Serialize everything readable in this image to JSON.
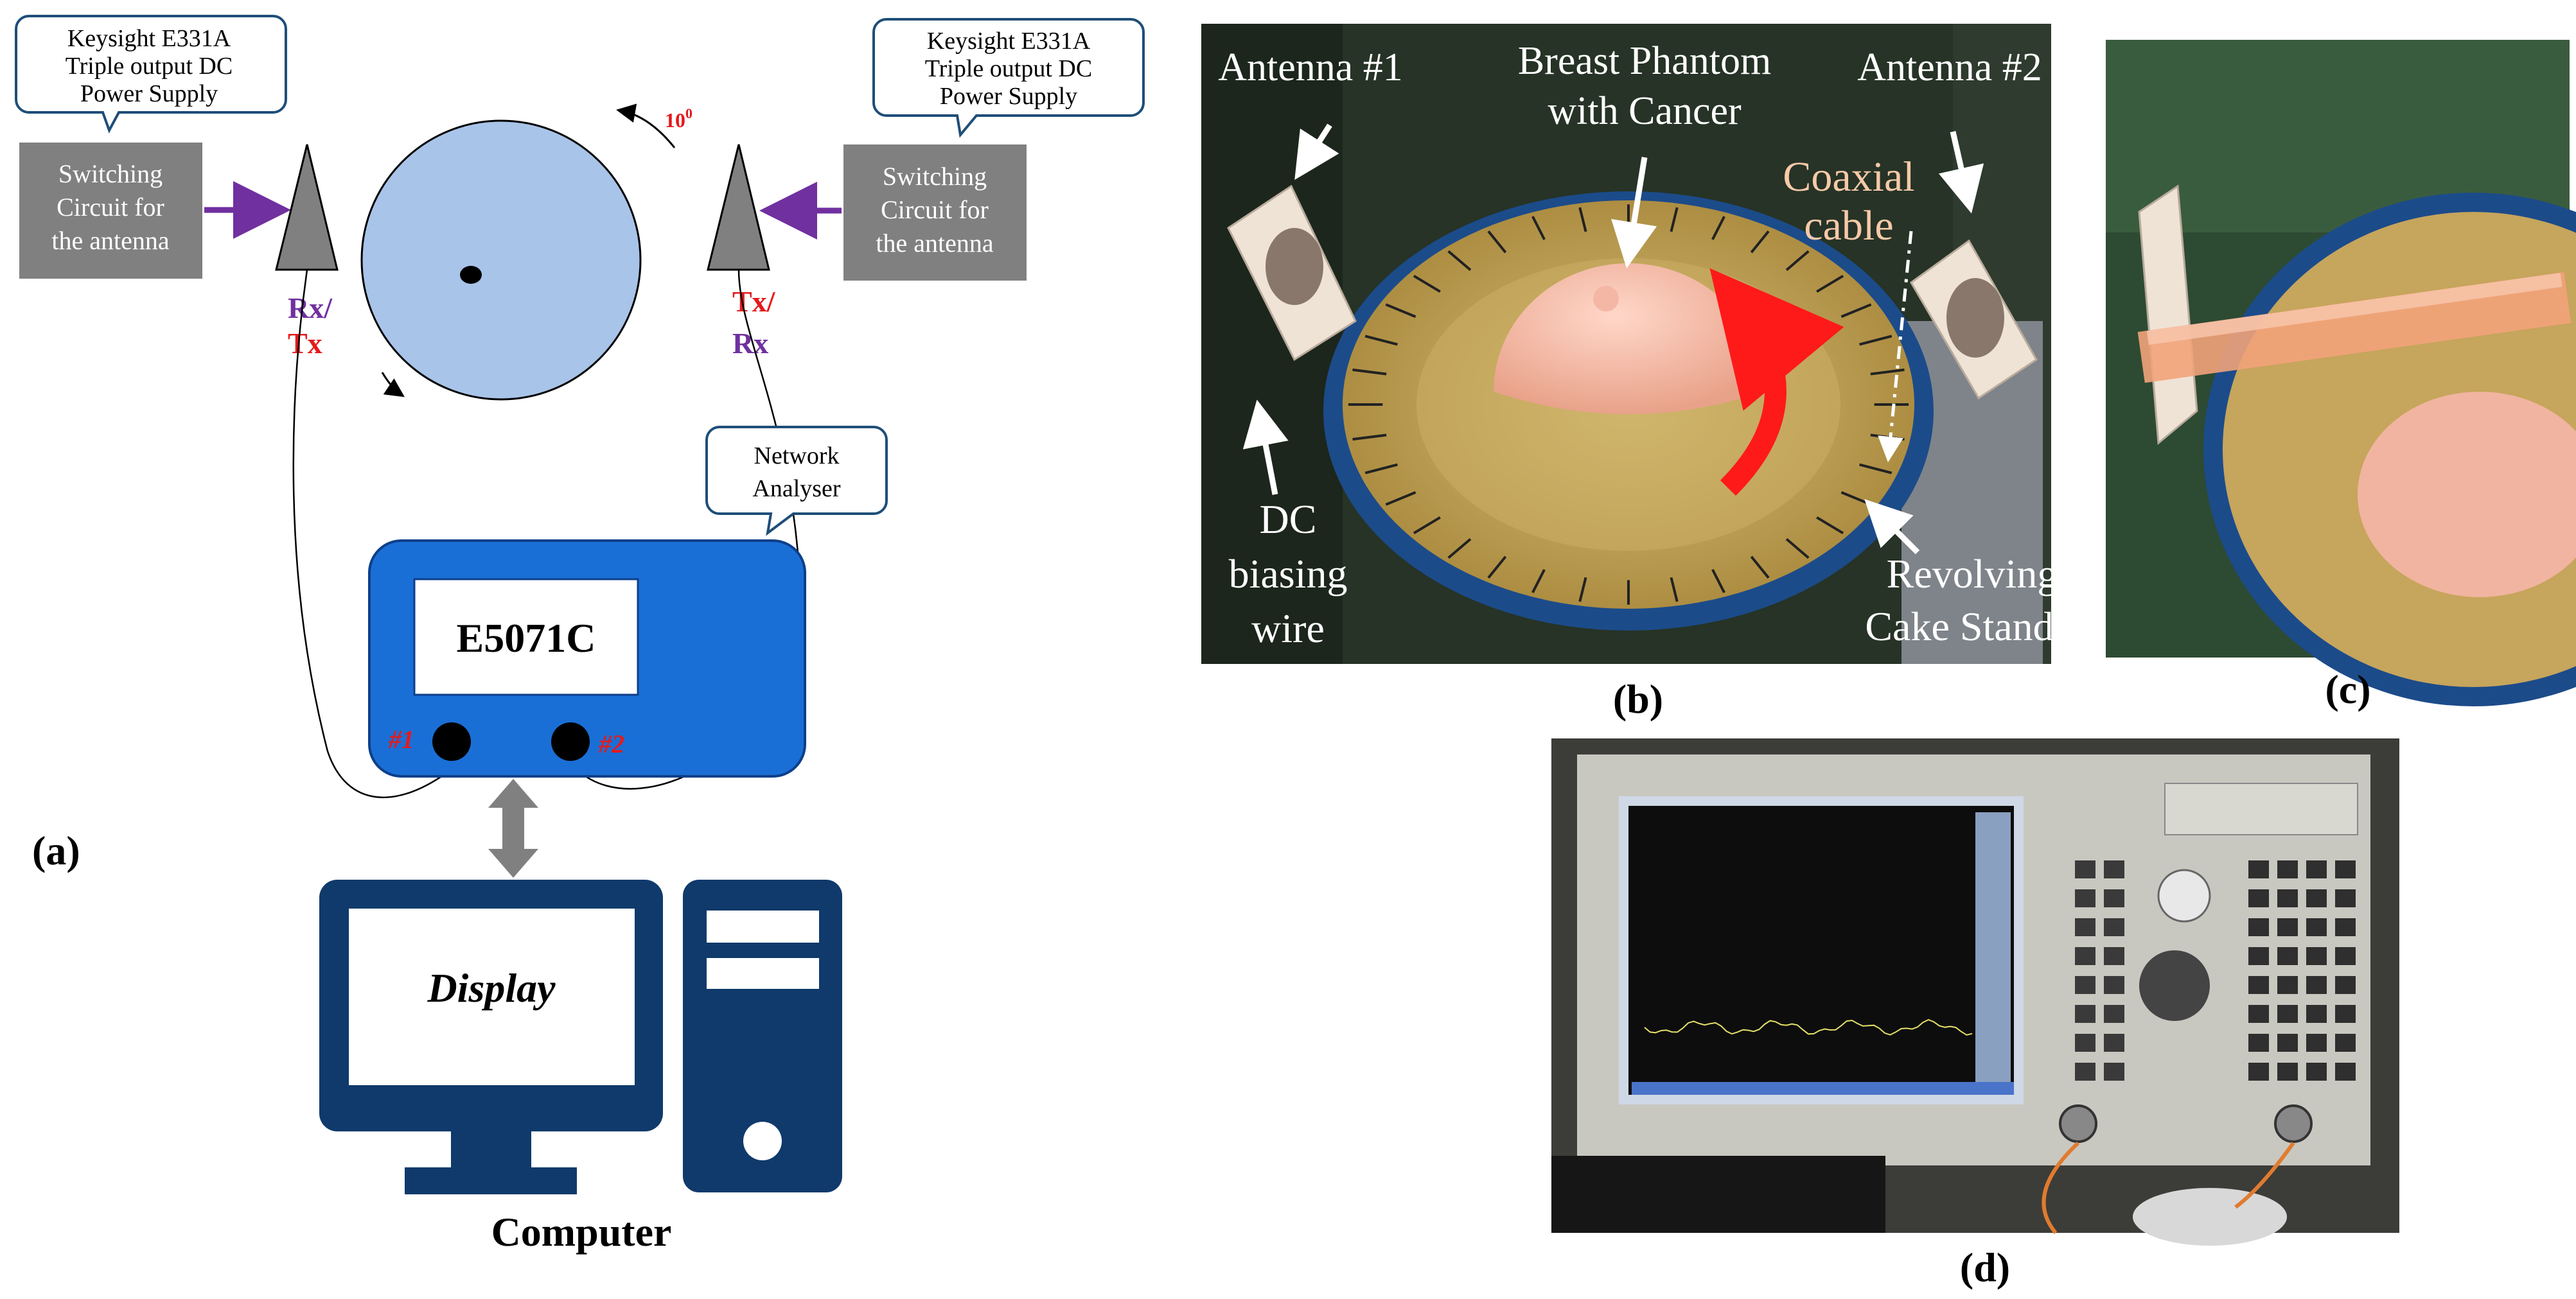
{
  "panel_a": {
    "callout_left": [
      "Keysight E331A",
      "Triple output DC",
      "Power Supply"
    ],
    "callout_right": [
      "Keysight E331A",
      "Triple output DC",
      "Power Supply"
    ],
    "switch_left": [
      "Switching",
      "Circuit for",
      "the antenna"
    ],
    "switch_right": [
      "Switching",
      "Circuit for",
      "the antenna"
    ],
    "rotation_base": "10",
    "rotation_exp": "0",
    "left_label_top": "Rx/",
    "left_label_bottom": "Tx",
    "right_label_top": "Tx/",
    "right_label_bottom": "Rx",
    "network_callout": [
      "Network",
      "Analyser"
    ],
    "analyzer_model": "E5071C",
    "port1": "#1",
    "port2": "#2",
    "display_label": "Display",
    "computer_label": "Computer",
    "panel_label": "(a)"
  },
  "panel_b": {
    "antenna1": "Antenna #1",
    "phantom": [
      "Breast Phantom",
      "with Cancer"
    ],
    "antenna2": "Antenna #2",
    "coaxial": [
      "Coaxial",
      "cable"
    ],
    "dc_wire": [
      "DC",
      "biasing",
      "wire"
    ],
    "stand": [
      "Revolving",
      "Cake Stand"
    ],
    "panel_label": "(b)"
  },
  "panel_c": {
    "panel_label": "(c)"
  },
  "panel_d": {
    "panel_label": "(d)"
  },
  "colors": {
    "switch_box": "#808080",
    "arrow": "#7030a0",
    "turntable": "#a9c4e9",
    "analyzer": "#1a6fd6",
    "computer": "#0f3a6b",
    "red_text": "#e41a1c",
    "purple_text": "#7030a0",
    "photo_label": "#ffffff",
    "coax_label": "#f7c9a8"
  }
}
